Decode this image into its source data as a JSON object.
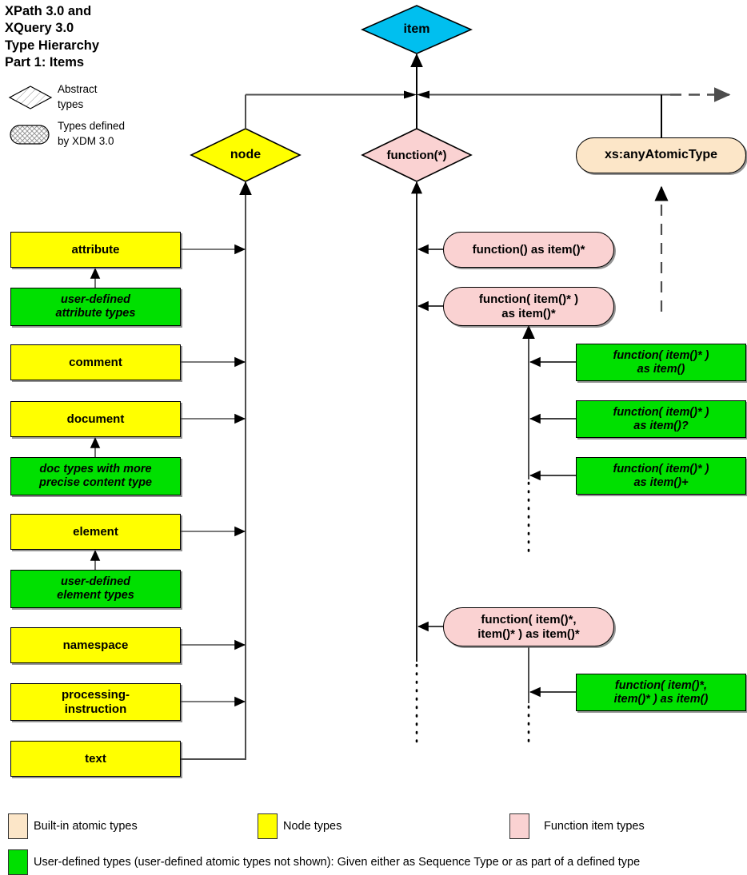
{
  "title": {
    "line1": "XPath 3.0 and",
    "line2": "XQuery 3.0",
    "line3": "Type Hierarchy",
    "line4": "Part 1: Items"
  },
  "shape_key": [
    {
      "icon": "diamond-hatched-icon",
      "line1": "Abstract",
      "line2": "types"
    },
    {
      "icon": "stadium-crosshatched-icon",
      "line1": "Types defined",
      "line2": "by XDM 3.0"
    }
  ],
  "root": {
    "label": "item",
    "color": "#00bfef"
  },
  "abstract_types": [
    {
      "label": "node",
      "color": "#ffff00"
    },
    {
      "label": "function(*)",
      "color": "#fad2d2"
    }
  ],
  "atomic_root": {
    "label": "xs:anyAtomicType",
    "color": "#fce6c8"
  },
  "node_types": [
    {
      "label": "attribute"
    },
    {
      "label": "comment"
    },
    {
      "label": "document"
    },
    {
      "label": "element"
    },
    {
      "label": "namespace"
    },
    {
      "label": "processing-\ninstruction",
      "line1": "processing-",
      "line2": "instruction"
    },
    {
      "label": "text"
    }
  ],
  "user_defined_node_types": [
    {
      "line1": "user-defined",
      "line2": "attribute types"
    },
    {
      "line1": "doc types with more",
      "line2": "precise content type"
    },
    {
      "line1": "user-defined",
      "line2": "element types"
    }
  ],
  "function_item_types": [
    {
      "line1": "function() as item()*",
      "line2": ""
    },
    {
      "line1": "function( item()* )",
      "line2": "as item()*"
    },
    {
      "line1": "function( item()*,",
      "line2": "item()* ) as item()*"
    }
  ],
  "user_defined_function_types": [
    {
      "line1": "function( item()* )",
      "line2": "as item()"
    },
    {
      "line1": "function( item()* )",
      "line2": "as item()?"
    },
    {
      "line1": "function( item()* )",
      "line2": "as item()+"
    },
    {
      "line1": "function( item()*,",
      "line2": "item()* ) as item()"
    }
  ],
  "legend": [
    {
      "swatch": "#fce6c8",
      "label": "Built-in atomic types"
    },
    {
      "swatch": "#ffff00",
      "label": "Node types"
    },
    {
      "swatch": "#fad2d2",
      "label": "Function item types"
    }
  ],
  "legend_wide": {
    "swatch": "#00e000",
    "label": "User-defined types (user-defined atomic types not shown):  Given either as Sequence Type or as part of a defined type"
  },
  "colors": {
    "item_blue": "#00bfef",
    "node_yellow": "#ffff00",
    "function_pink": "#fad2d2",
    "atomic_tan": "#fce6c8",
    "user_green": "#00e000",
    "wire": "#4d4d4d",
    "wire_dark": "#000000"
  }
}
